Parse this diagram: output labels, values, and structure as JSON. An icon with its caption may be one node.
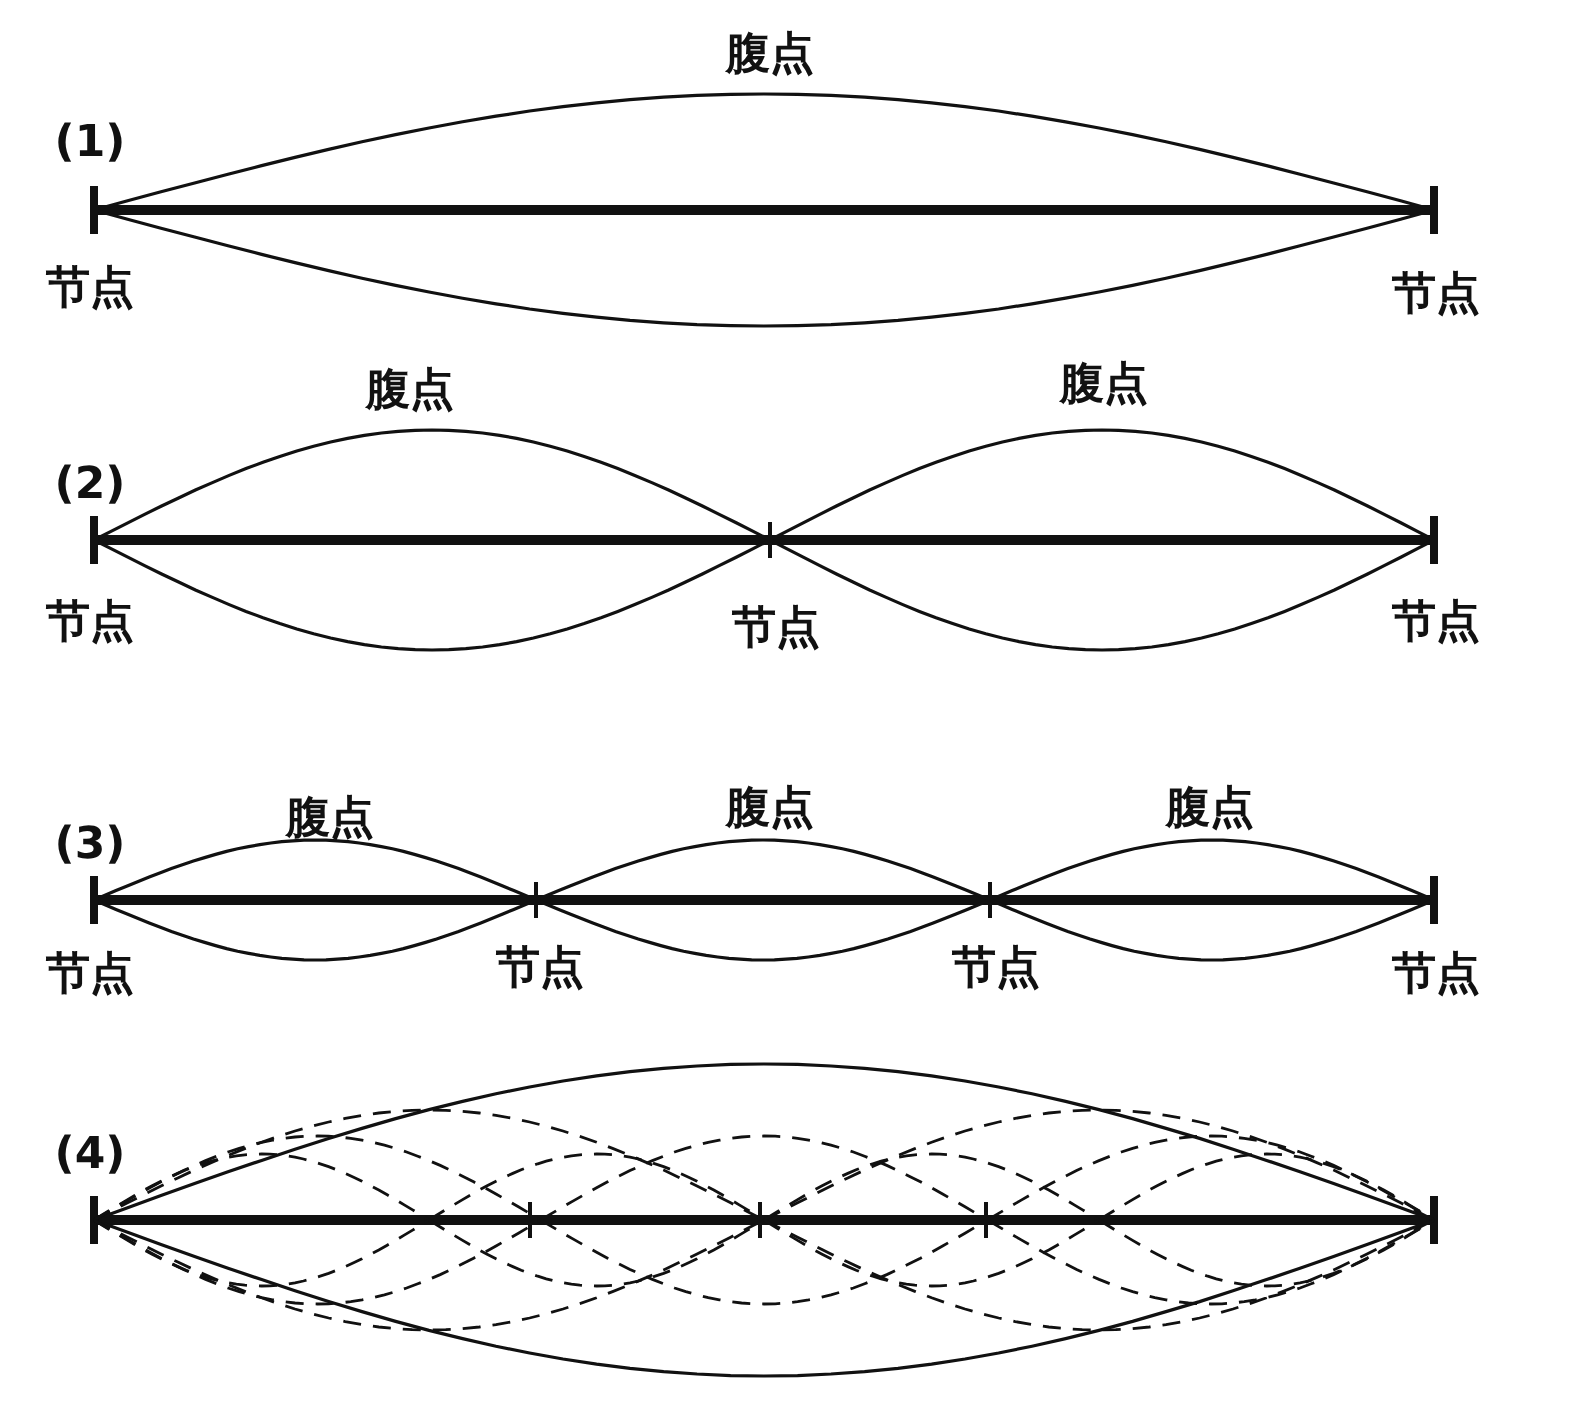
{
  "diagram": {
    "labels": [
      "腹点",
      "(1)",
      "节点",
      "节点",
      "腹点",
      "腹点",
      "(2)",
      "节点",
      "节点",
      "节点",
      "腹点",
      "腹点",
      "腹点",
      "(3)",
      "节点",
      "节点",
      "节点",
      "节点",
      "(4)"
    ]
  }
}
